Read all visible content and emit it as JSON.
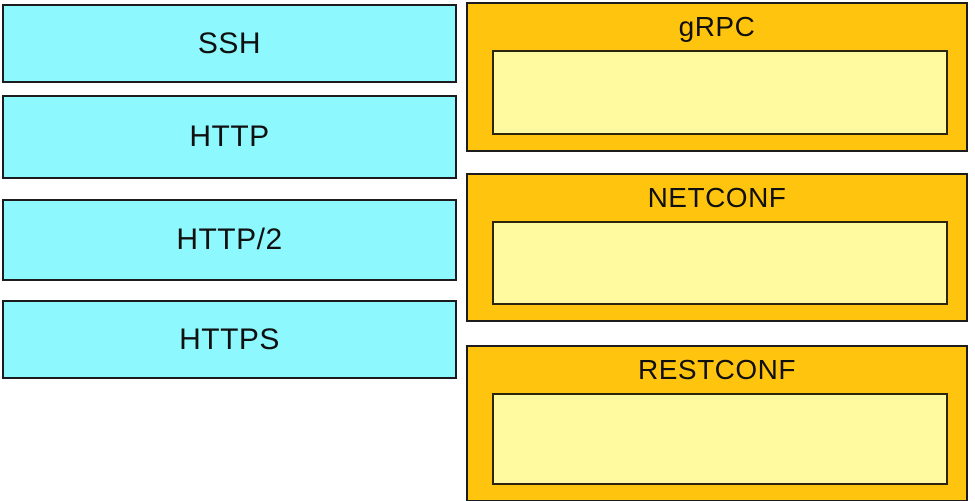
{
  "colors": {
    "option_fill": "#8DF9FE",
    "target_fill": "#FFC40D",
    "dropzone_fill": "#FFF9A0",
    "border": "#1c1c1c",
    "text": "#101010",
    "background": "#ffffff"
  },
  "options": [
    {
      "label": "SSH"
    },
    {
      "label": "HTTP"
    },
    {
      "label": "HTTP/2"
    },
    {
      "label": "HTTPS"
    }
  ],
  "targets": [
    {
      "label": "gRPC"
    },
    {
      "label": "NETCONF"
    },
    {
      "label": "RESTCONF"
    }
  ]
}
